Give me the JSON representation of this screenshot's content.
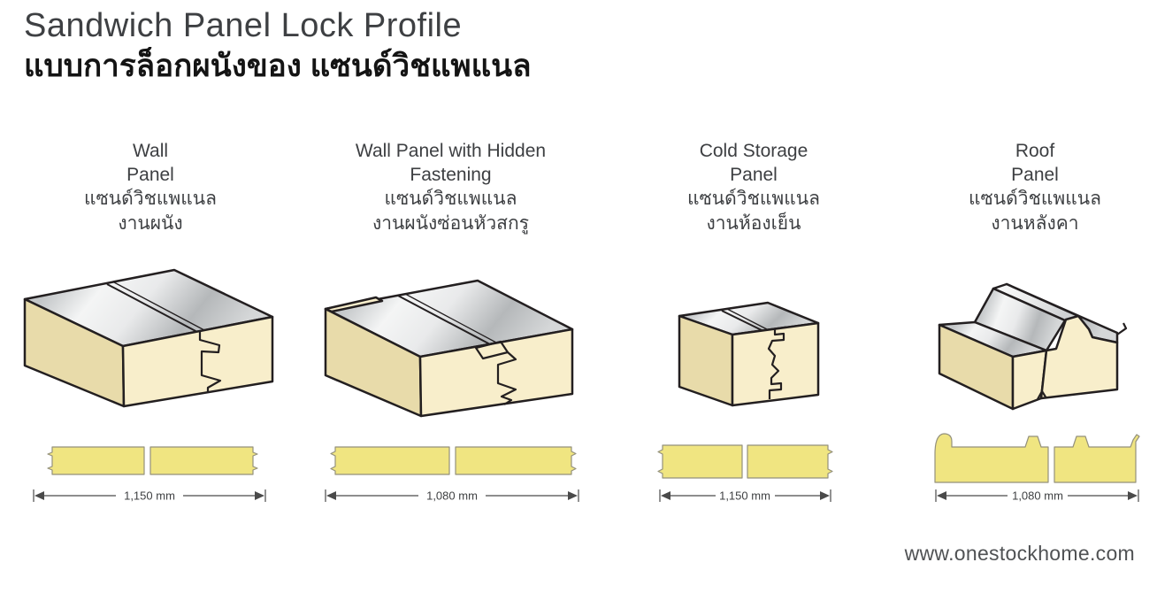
{
  "header": {
    "title_en": "Sandwich Panel Lock Profile",
    "title_th": "แบบการล็อกผนังของ แซนด์วิชแพแนล"
  },
  "panels": [
    {
      "header_lines": [
        "Wall",
        "Panel",
        "แซนด์วิชแพแนล",
        "งานผนัง"
      ],
      "width_label": "1,150 mm"
    },
    {
      "header_lines": [
        "Wall Panel with Hidden",
        "Fastening",
        "แซนด์วิชแพแนล",
        "งานผนังซ่อนหัวสกรู"
      ],
      "width_label": "1,080 mm"
    },
    {
      "header_lines": [
        "Cold Storage",
        "Panel",
        "แซนด์วิชแพแนล",
        "งานห้องเย็น"
      ],
      "width_label": "1,150 mm"
    },
    {
      "header_lines": [
        "Roof",
        "Panel",
        "แซนด์วิชแพแนล",
        "งานหลังคา"
      ],
      "width_label": "1,080 mm"
    }
  ],
  "footer": {
    "website": "www.onestockhome.com"
  },
  "colors": {
    "foam_front": "#f8eecb",
    "foam_side": "#e8dbaa",
    "metal_light": "#f4f5f5",
    "metal_dark": "#b5b8ba",
    "outline": "#231f20",
    "cross_section_fill": "#f0e581",
    "dimension_line": "#4a4a4a",
    "text": "#3e4043"
  }
}
